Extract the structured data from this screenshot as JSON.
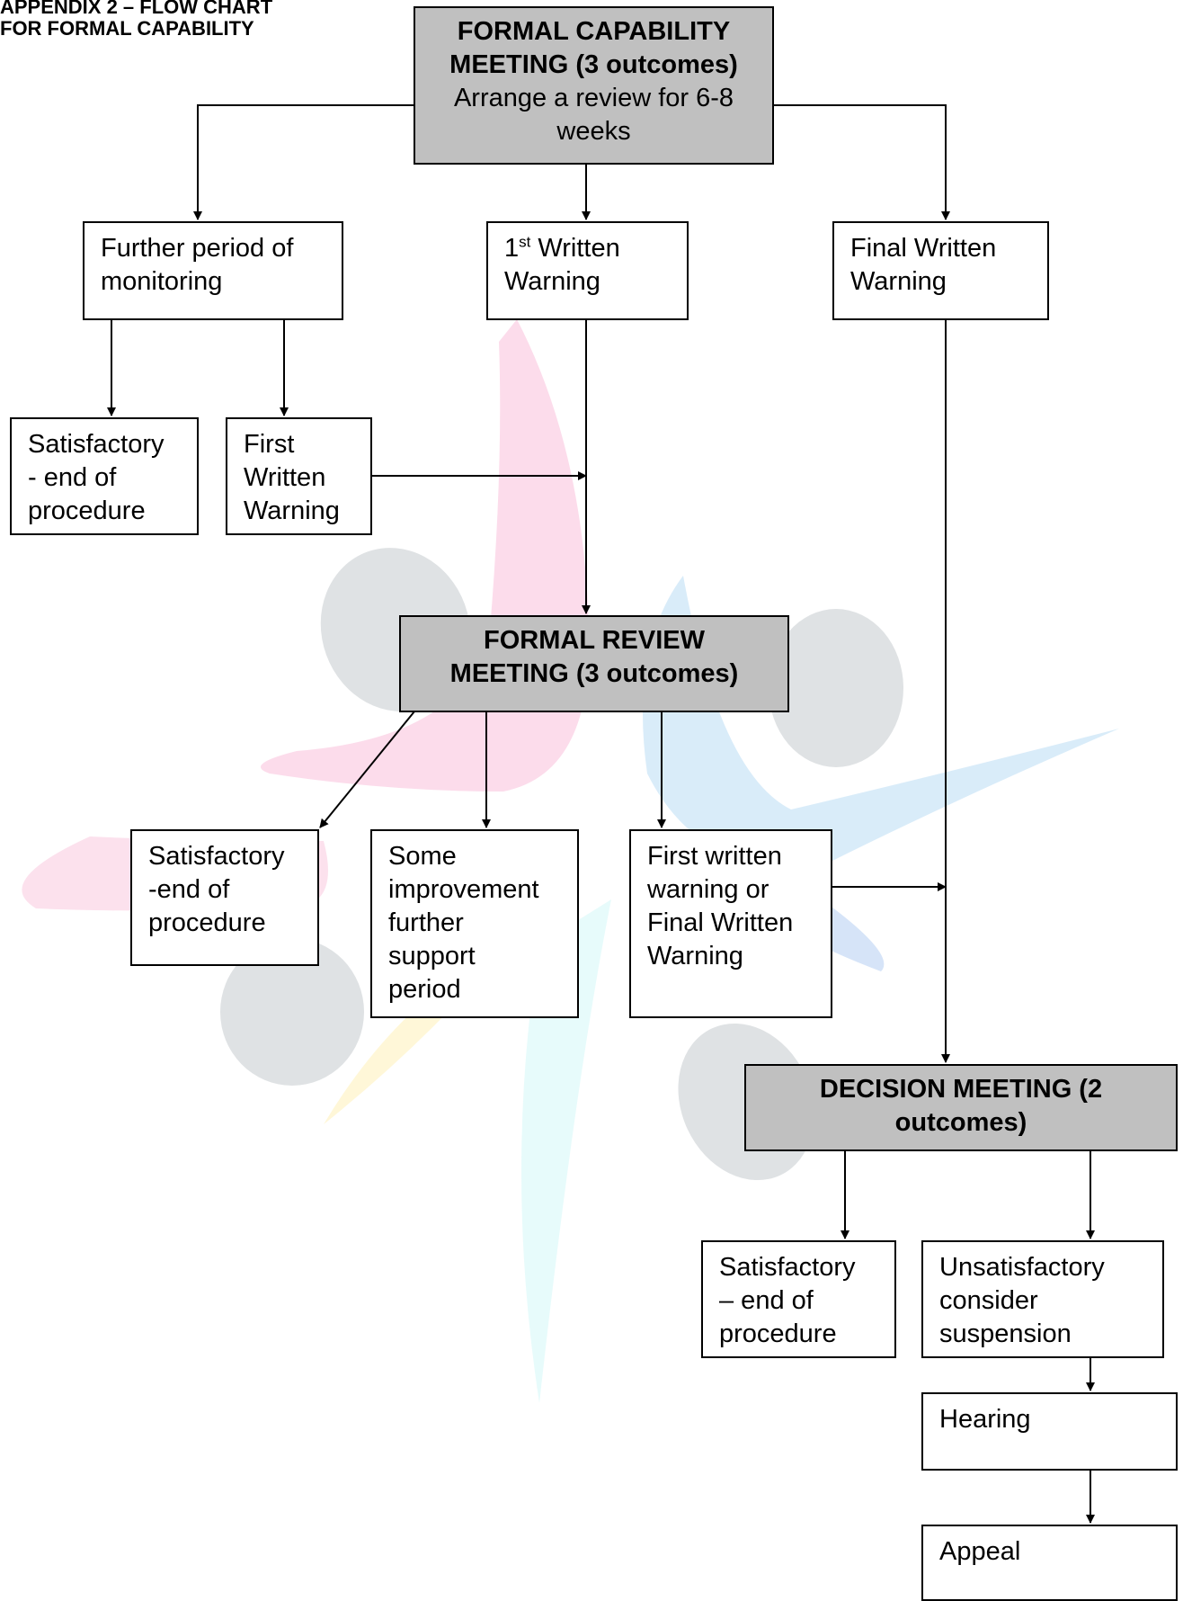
{
  "heading": {
    "line1": "APPENDIX 2 – FLOW CHART",
    "line2": "FOR FORMAL CAPABILITY"
  },
  "formal_capability": {
    "title1": "FORMAL CAPABILITY",
    "title2": "MEETING (3 outcomes)",
    "line1": "Arrange a review for 6-8",
    "line2": "weeks"
  },
  "further_monitoring": [
    "Further period of",
    "monitoring"
  ],
  "first_written_warning": {
    "ordinal": "1",
    "suffix": "st",
    "rest": " Written",
    "line2": "Warning"
  },
  "final_written_warning": [
    "Final Written",
    "Warning"
  ],
  "satisfactory_1": [
    "Satisfactory",
    "- end of",
    "procedure"
  ],
  "first_written_2": [
    "First",
    "Written",
    "Warning"
  ],
  "formal_review": [
    "FORMAL REVIEW",
    "MEETING (3 outcomes)"
  ],
  "satisfactory_2": [
    "Satisfactory",
    "-end of",
    "procedure"
  ],
  "some_improvement": [
    "Some",
    "improvement",
    "further",
    "support",
    "period"
  ],
  "first_or_final": [
    "First written",
    "warning or",
    "Final Written",
    "Warning"
  ],
  "decision_meeting": [
    "DECISION MEETING (2",
    "outcomes)"
  ],
  "satisfactory_3": [
    "Satisfactory",
    "– end of",
    "procedure"
  ],
  "unsatisfactory": [
    "Unsatisfactory",
    "consider",
    "suspension"
  ],
  "hearing": [
    "Hearing"
  ],
  "appeal": [
    "Appeal"
  ]
}
